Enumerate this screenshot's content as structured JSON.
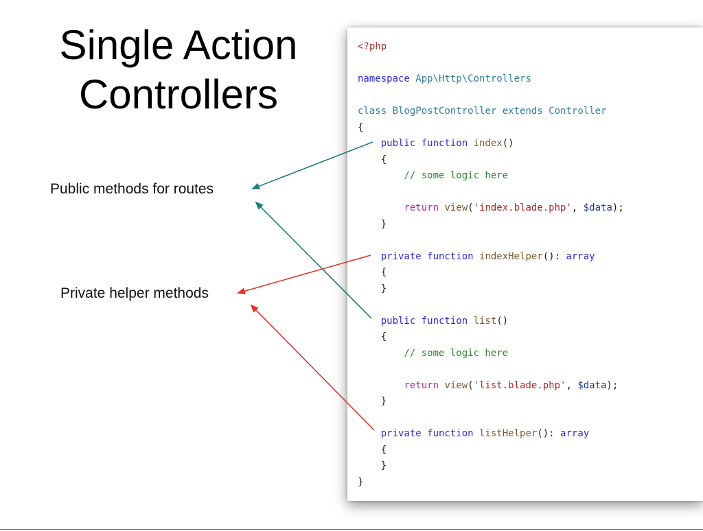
{
  "slide": {
    "title_line1": "Single Action",
    "title_line2": "Controllers",
    "label_public": "Public methods for routes",
    "label_private": "Private helper methods"
  },
  "colors": {
    "public_arrow": "#1e7f7a",
    "private_arrow": "#e0352b"
  },
  "code": {
    "lines": [
      [
        {
          "t": "<?php",
          "c": "tag"
        }
      ],
      [],
      [
        {
          "t": "namespace ",
          "c": "kw"
        },
        {
          "t": "App\\Http\\Controllers",
          "c": "ns"
        }
      ],
      [],
      [
        {
          "t": "class ",
          "c": "ns"
        },
        {
          "t": "BlogPostController ",
          "c": "ns"
        },
        {
          "t": "extends ",
          "c": "ns"
        },
        {
          "t": "Controller",
          "c": "ns"
        }
      ],
      [
        {
          "t": "{",
          "c": "default"
        }
      ],
      [
        {
          "t": "    public function ",
          "c": "kw"
        },
        {
          "t": "index",
          "c": "fn"
        },
        {
          "t": "()",
          "c": "default"
        }
      ],
      [
        {
          "t": "    {",
          "c": "default"
        }
      ],
      [
        {
          "t": "        // some logic here",
          "c": "comment"
        }
      ],
      [],
      [
        {
          "t": "        return ",
          "c": "return"
        },
        {
          "t": "view",
          "c": "fn"
        },
        {
          "t": "(",
          "c": "default"
        },
        {
          "t": "'index.blade.php'",
          "c": "str"
        },
        {
          "t": ", ",
          "c": "default"
        },
        {
          "t": "$data",
          "c": "var"
        },
        {
          "t": ");",
          "c": "default"
        }
      ],
      [
        {
          "t": "    }",
          "c": "default"
        }
      ],
      [],
      [
        {
          "t": "    private function ",
          "c": "kw"
        },
        {
          "t": "indexHelper",
          "c": "fn"
        },
        {
          "t": "(): ",
          "c": "default"
        },
        {
          "t": "array",
          "c": "type"
        }
      ],
      [
        {
          "t": "    {",
          "c": "default"
        }
      ],
      [
        {
          "t": "    }",
          "c": "default"
        }
      ],
      [],
      [
        {
          "t": "    public function ",
          "c": "kw"
        },
        {
          "t": "list",
          "c": "fn"
        },
        {
          "t": "()",
          "c": "default"
        }
      ],
      [
        {
          "t": "    {",
          "c": "default"
        }
      ],
      [
        {
          "t": "        // some logic here",
          "c": "comment"
        }
      ],
      [],
      [
        {
          "t": "        return ",
          "c": "return"
        },
        {
          "t": "view",
          "c": "fn"
        },
        {
          "t": "(",
          "c": "default"
        },
        {
          "t": "'list.blade.php'",
          "c": "str"
        },
        {
          "t": ", ",
          "c": "default"
        },
        {
          "t": "$data",
          "c": "var"
        },
        {
          "t": ");",
          "c": "default"
        }
      ],
      [
        {
          "t": "    }",
          "c": "default"
        }
      ],
      [],
      [
        {
          "t": "    private function ",
          "c": "kw"
        },
        {
          "t": "listHelper",
          "c": "fn"
        },
        {
          "t": "(): ",
          "c": "default"
        },
        {
          "t": "array",
          "c": "type"
        }
      ],
      [
        {
          "t": "    {",
          "c": "default"
        }
      ],
      [
        {
          "t": "    }",
          "c": "default"
        }
      ],
      [
        {
          "t": "}",
          "c": "default"
        }
      ]
    ]
  }
}
